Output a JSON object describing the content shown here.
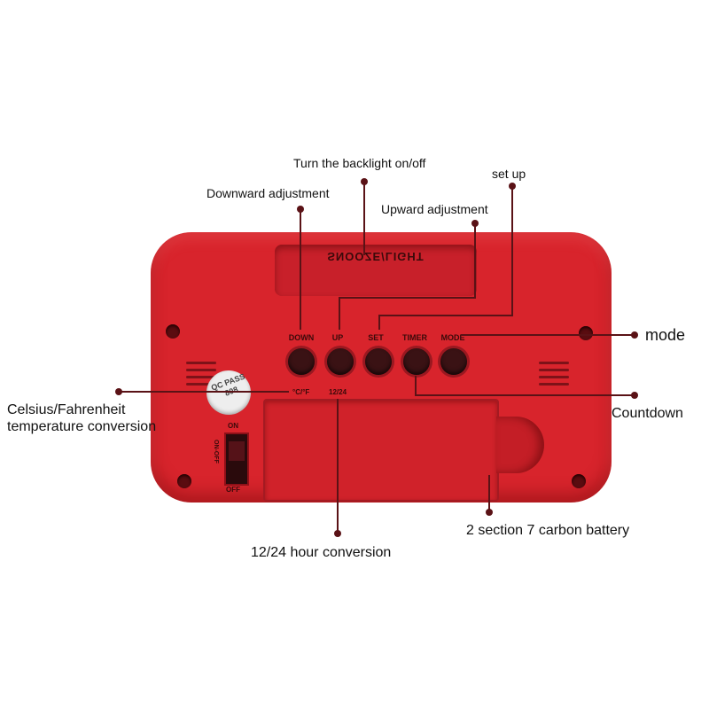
{
  "device": {
    "snooze_text": "SNOOZE/LIGHT",
    "sticker_text": "QC PASS 808",
    "buttons": [
      {
        "label": "DOWN"
      },
      {
        "label": "UP"
      },
      {
        "label": "SET"
      },
      {
        "label": "TIMER"
      },
      {
        "label": "MODE"
      }
    ],
    "bottom_labels": {
      "temp": "°C/°F",
      "hour": "12/24"
    },
    "switch": {
      "on": "ON",
      "off": "OFF",
      "side": "ON-OFF"
    }
  },
  "callouts": {
    "backlight": "Turn the backlight on/off",
    "set_up": "set up",
    "downward": "Downward adjustment",
    "upward": "Upward adjustment",
    "mode": "mode",
    "celsius_line1": "Celsius/Fahrenheit",
    "celsius_line2": "temperature conversion",
    "countdown": "Countdown",
    "battery": "2 section 7 carbon battery",
    "hour": "12/24 hour conversion"
  },
  "colors": {
    "body": "#d8242c",
    "button": "#3a1214",
    "leader": "#5a1216"
  }
}
